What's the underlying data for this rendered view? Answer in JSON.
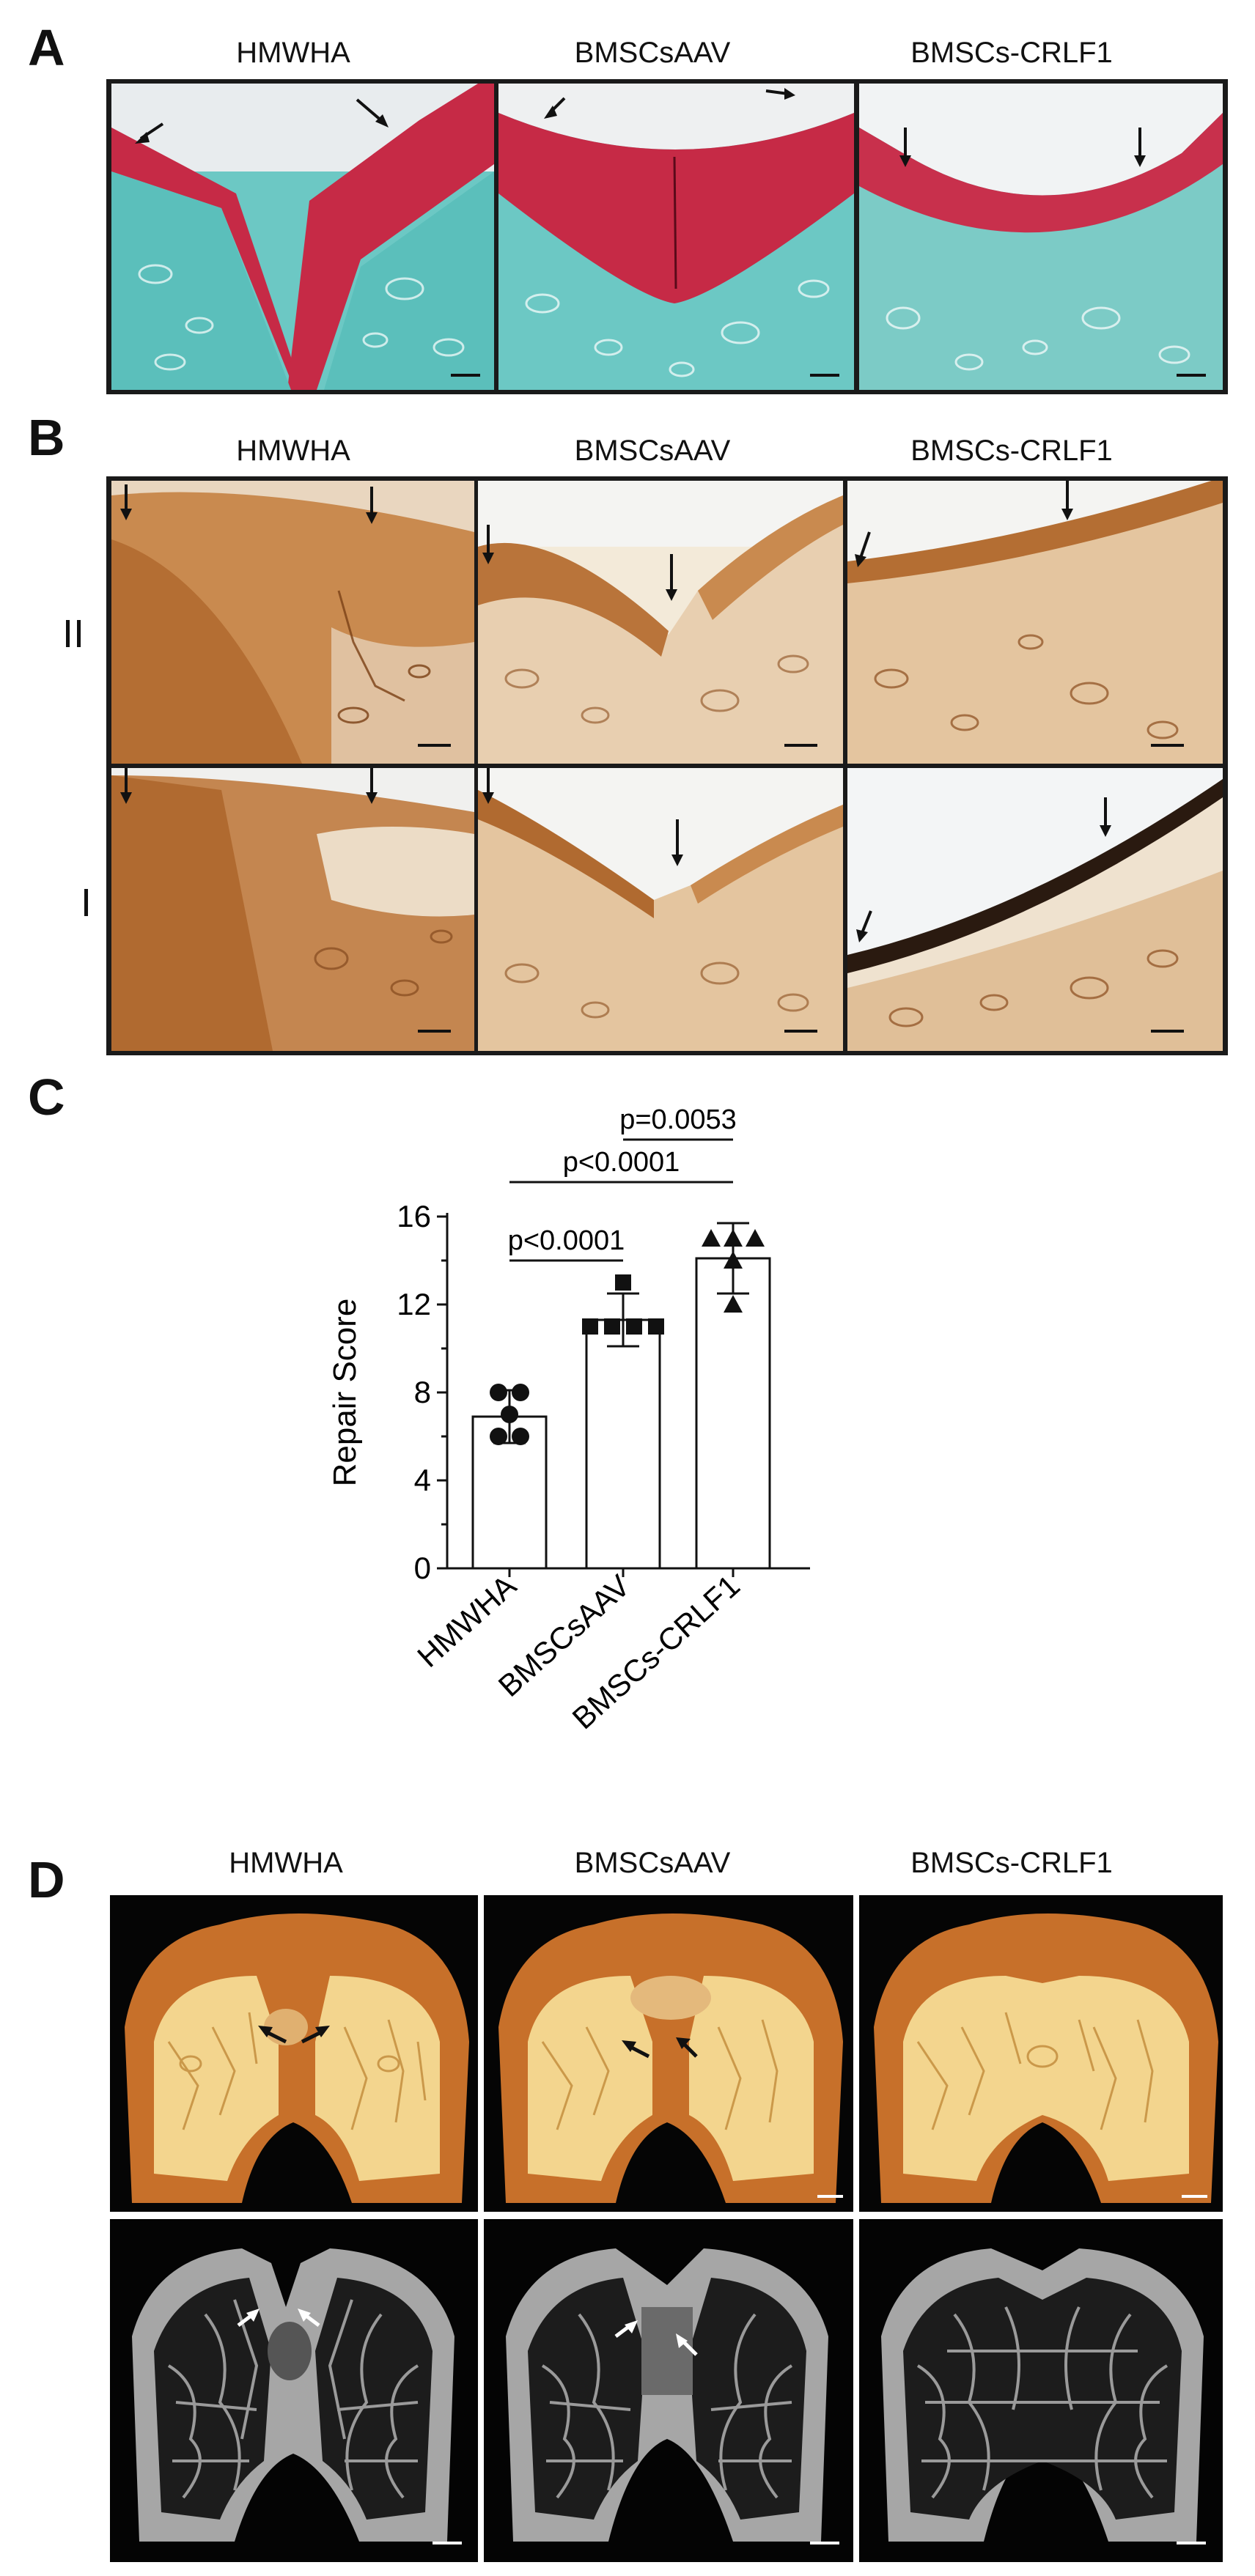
{
  "panels": {
    "A": {
      "letter": "A",
      "columns": [
        "HMWHA",
        "BMSCsAAV",
        "BMSCs-CRLF1"
      ]
    },
    "B": {
      "letter": "B",
      "columns": [
        "HMWHA",
        "BMSCsAAV",
        "BMSCs-CRLF1"
      ],
      "rows": [
        "II",
        "I"
      ]
    },
    "C": {
      "letter": "C",
      "comparisons": [
        {
          "label": "p=0.0053"
        },
        {
          "label": "p<0.0001"
        },
        {
          "label": "p<0.0001"
        }
      ]
    },
    "D": {
      "letter": "D",
      "columns": [
        "HMWHA",
        "BMSCsAAV",
        "BMSCs-CRLF1"
      ]
    }
  },
  "chart_data": {
    "type": "bar",
    "ylabel": "Repair Score",
    "xlabel": "",
    "ylim": [
      0,
      16
    ],
    "yticks": [
      "0",
      "4",
      "8",
      "12",
      "16"
    ],
    "categories": [
      "HMWHA",
      "BMSCsAAV",
      "BMSCs-CRLF1"
    ],
    "values": [
      6.9,
      11.3,
      14.1
    ],
    "errors": [
      1.2,
      1.2,
      1.6
    ],
    "points": [
      {
        "category": "HMWHA",
        "marker": "circle",
        "values": [
          8.0,
          8.0,
          7.0,
          6.0,
          6.0
        ]
      },
      {
        "category": "BMSCsAAV",
        "marker": "square",
        "values": [
          13.0,
          11.0,
          11.0,
          11.0,
          11.0
        ]
      },
      {
        "category": "BMSCs-CRLF1",
        "marker": "triangle",
        "values": [
          15.0,
          15.0,
          15.0,
          14.0,
          12.0
        ]
      }
    ],
    "annotations": [
      {
        "label": "p<0.0001",
        "from": "HMWHA",
        "to": "BMSCsAAV"
      },
      {
        "label": "p<0.0001",
        "from": "HMWHA",
        "to": "BMSCs-CRLF1"
      },
      {
        "label": "p=0.0053",
        "from": "BMSCsAAV",
        "to": "BMSCs-CRLF1"
      }
    ]
  },
  "colors": {
    "safranin_red": "#b01a3a",
    "fast_green": "#3fb8b0",
    "ihc_brown": "#b8773a",
    "microct_orange": "#c7702a",
    "microct_bone": "#f3d58e"
  }
}
